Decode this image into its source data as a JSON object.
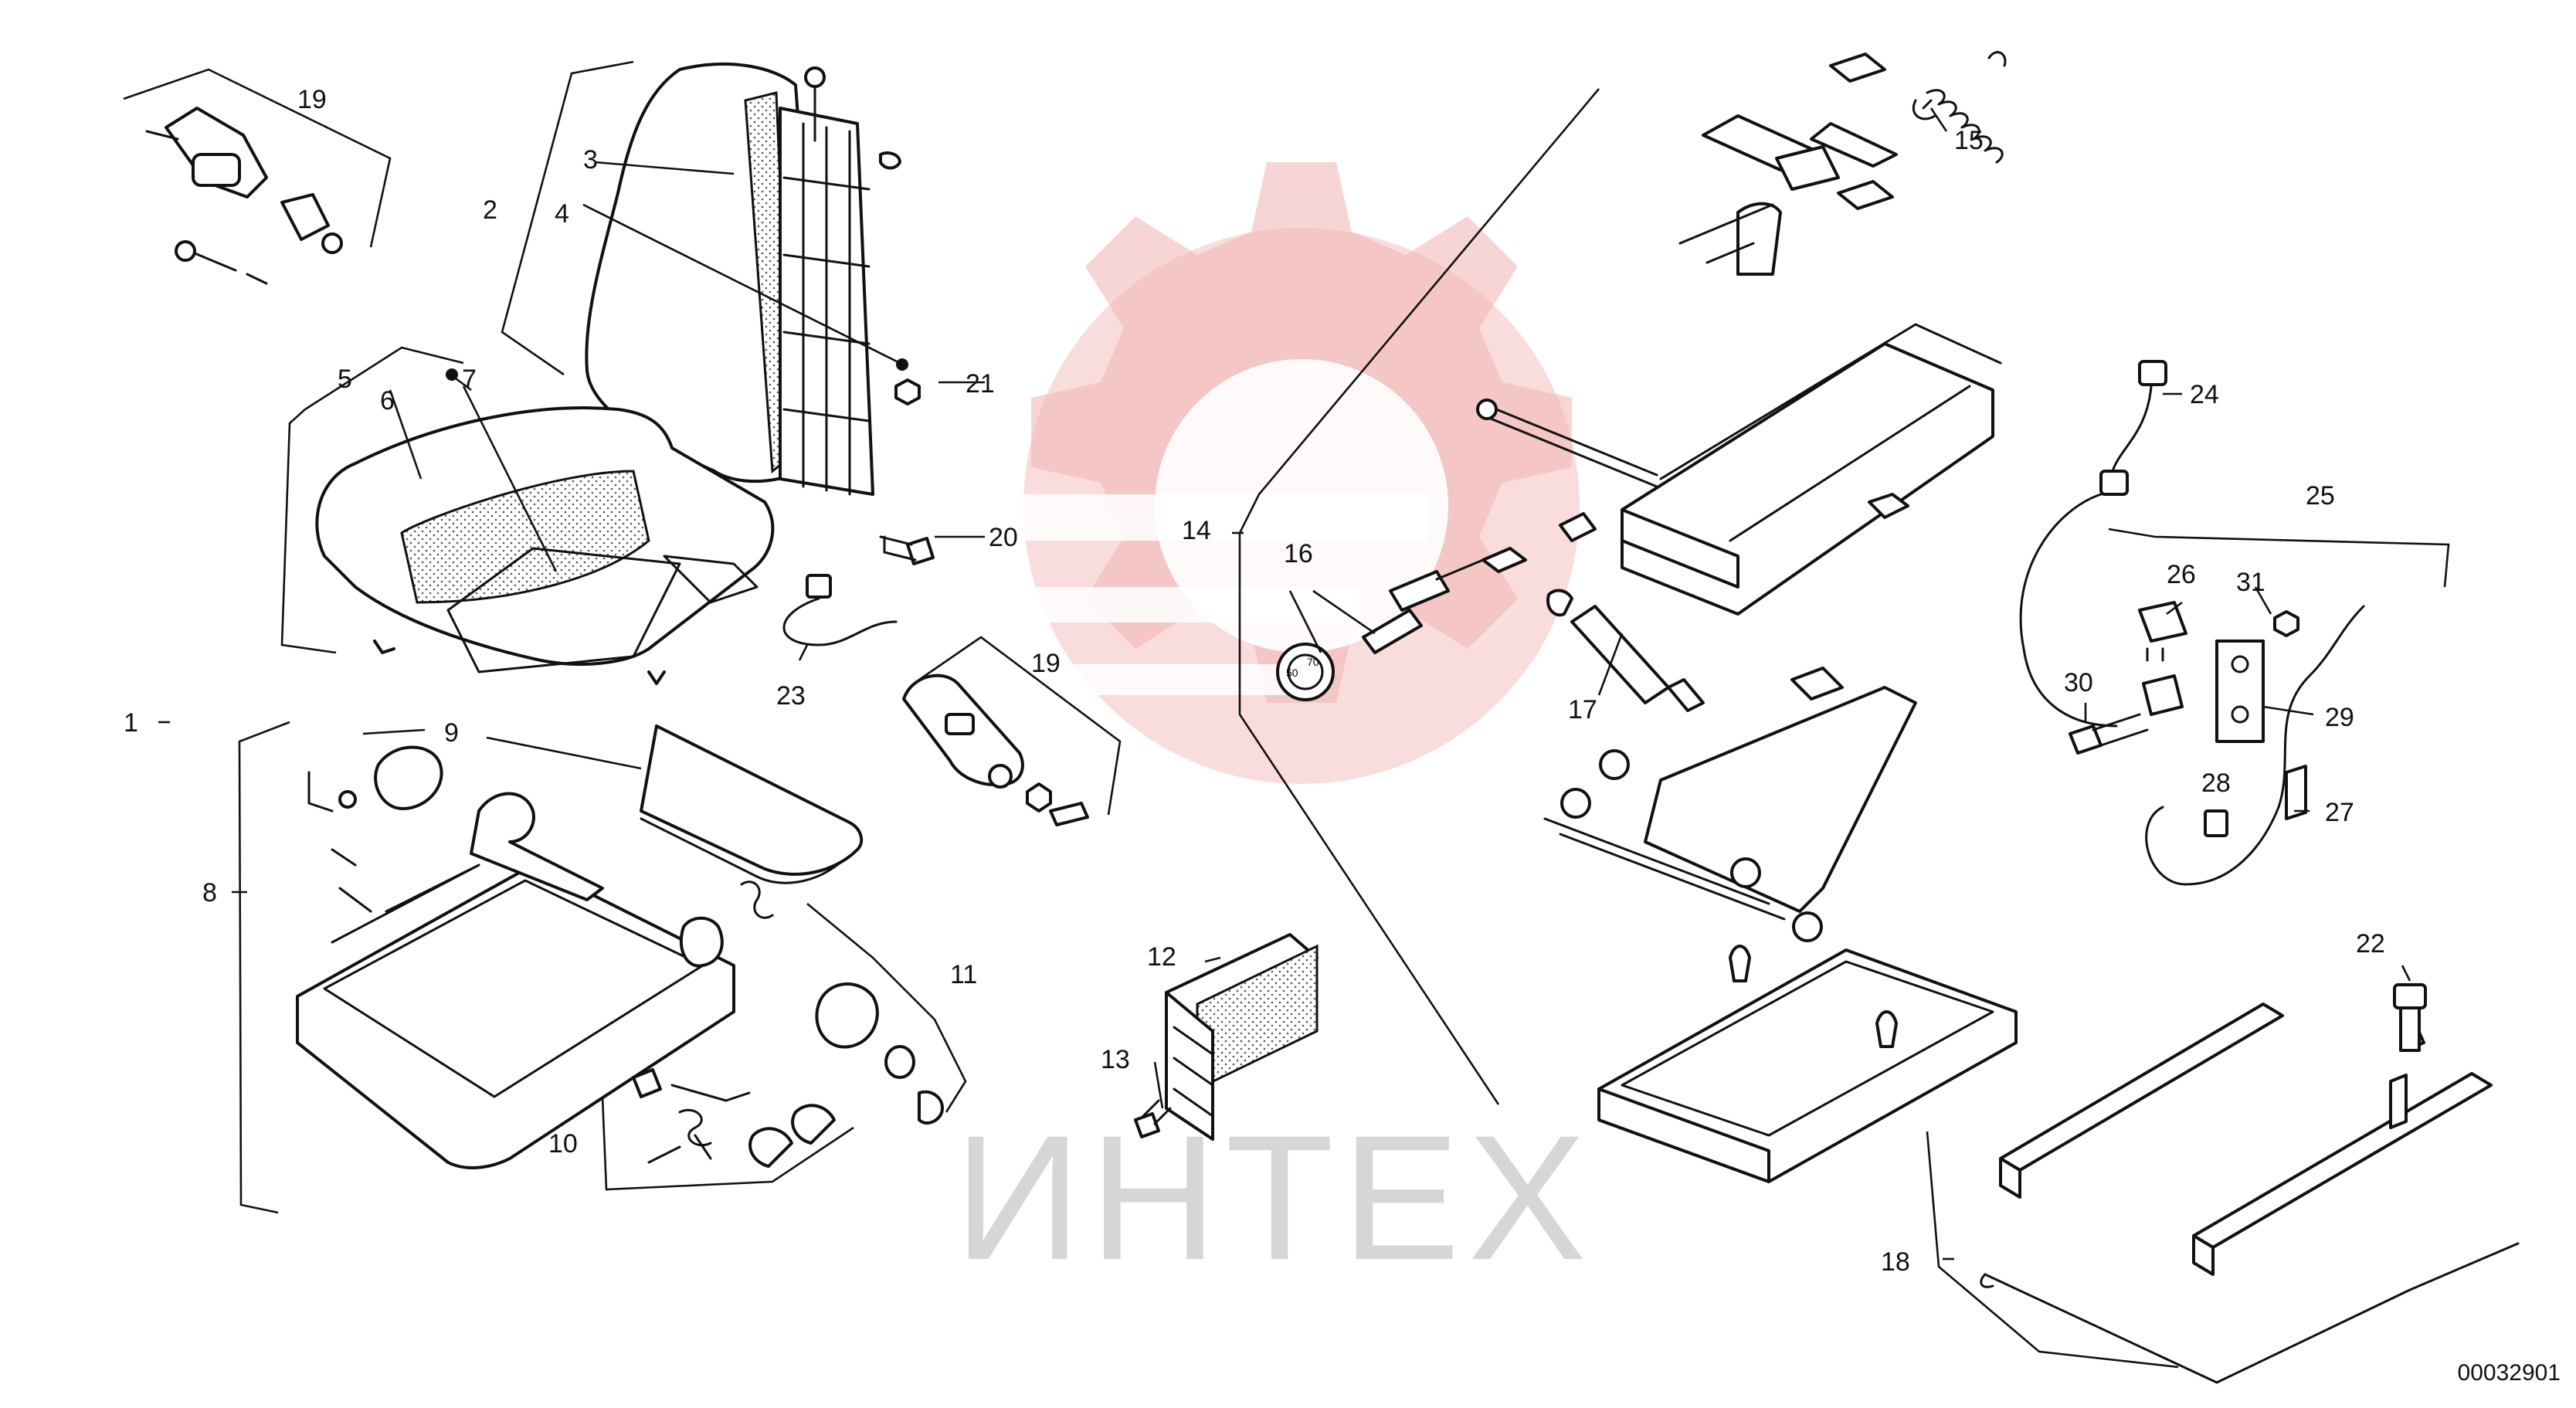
{
  "watermark": {
    "text": "ИНТЕХ",
    "logo": "red-gear-logo",
    "logo_color": "#f2b3b3"
  },
  "document_number": "00032901",
  "callouts": [
    "1",
    "2",
    "3",
    "4",
    "5",
    "6",
    "7",
    "8",
    "9",
    "10",
    "11",
    "12",
    "13",
    "14",
    "15",
    "16",
    "17",
    "18",
    "19",
    "19",
    "20",
    "21",
    "22",
    "23",
    "24",
    "25",
    "26",
    "27",
    "28",
    "29",
    "30",
    "31"
  ],
  "knob_marks": [
    "50",
    "70"
  ]
}
